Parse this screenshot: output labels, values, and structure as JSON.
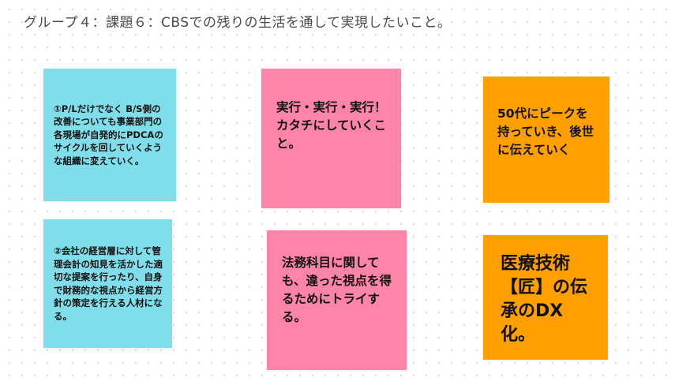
{
  "board": {
    "title": "グループ４：課題６：CBSでの残りの生活を通して実現したいこと。"
  },
  "colors": {
    "blue": "#80deea",
    "pink": "#ff84a9",
    "orange": "#ff9f00"
  },
  "notes": [
    {
      "text": "①P/Lだけでなく B/S側の改善についても事業部門の各現場が自発的にPDCAのサイクルを回していくような組織に変えていく。",
      "color": "blue"
    },
    {
      "text": "実行・実行・実行！カタチにしていくこと。",
      "color": "pink"
    },
    {
      "text": "50代にピークを持っていき、後世に伝えていく",
      "color": "orange"
    },
    {
      "text": "②会社の経営層に対して管理会計の知見を活かした適切な提案を行ったり、自身で財務的な視点から経営方針の策定を行える人材になる。",
      "color": "blue"
    },
    {
      "text": "法務科目に関しても、違った視点を得るためにトライする。",
      "color": "pink"
    },
    {
      "text": "医療技術【匠】の伝承のDX化。",
      "color": "orange"
    }
  ]
}
